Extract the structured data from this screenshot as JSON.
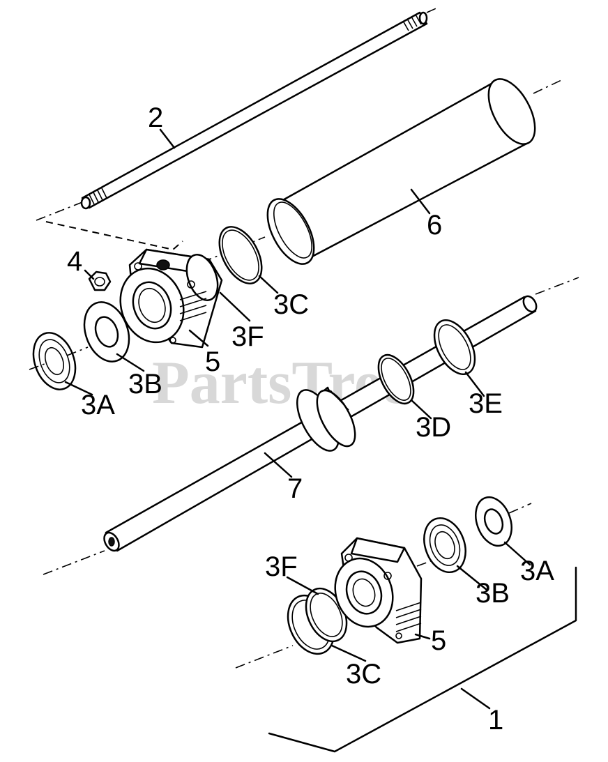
{
  "watermark": "PartsTree",
  "callouts": {
    "c1": "1",
    "c2": "2",
    "c3a_top": "3A",
    "c3a_bottom": "3A",
    "c3b_top": "3B",
    "c3b_bottom": "3B",
    "c3c_top": "3C",
    "c3c_bottom": "3C",
    "c3d": "3D",
    "c3e": "3E",
    "c3f_top": "3F",
    "c3f_bottom": "3F",
    "c4": "4",
    "c5_top": "5",
    "c5_bottom": "5",
    "c6": "6",
    "c7": "7"
  }
}
